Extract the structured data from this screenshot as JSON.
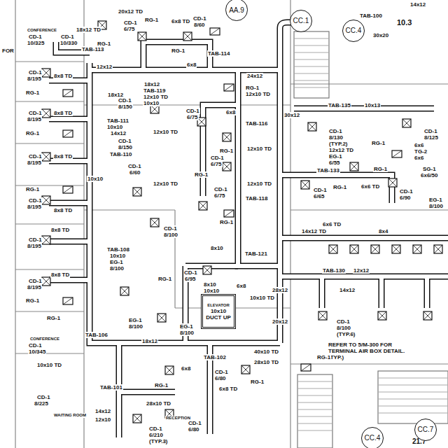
{
  "diagram": {
    "nodes": [
      {
        "text": [
          "AA.9"
        ]
      },
      {
        "text": [
          "CC.1"
        ]
      },
      {
        "text": [
          "CC.4"
        ]
      },
      {
        "text": [
          "ELEVATOR",
          "10x10 DUCT UP"
        ]
      },
      {
        "text": [
          "CC.7"
        ]
      },
      {
        "text": [
          "CC.4"
        ]
      }
    ],
    "labels": [
      "FOR",
      "CONFERENCE",
      "CD-1",
      "10/325",
      "CD-1",
      "10/330",
      "18x12 TD",
      "20x12 TD",
      "CD-1",
      "6/75",
      "RG-1",
      "RG-1",
      "TAB-113",
      "6x8 TD",
      "CD-1",
      "8/60",
      "RG-1",
      "TAB-114",
      "12x12",
      "6x8",
      "24x12",
      "CD-1",
      "8/195",
      "8x8 TD",
      "RG-1",
      "18x12",
      "TAB-119",
      "12x10 TD",
      "10x10",
      "18x12",
      "CD-1",
      "8/150",
      "RG-1",
      "12x10 TD",
      "30x12",
      "CD-1",
      "8/195",
      "8x8 TD",
      "CD-1",
      "6/75",
      "6x8",
      "TAB-111",
      "10x10",
      "TAB-116",
      "RG-1",
      "14x12",
      "12x10 TD",
      "CD-1",
      "8/150",
      "RG-1",
      "12x10 TD",
      "TAB-110",
      "CD-1",
      "8/195",
      "8x8 TD",
      "CD-1",
      "6/75",
      "CD-1",
      "6/60",
      "RG-1",
      "10x10",
      "12x10 TD",
      "12x10 TD",
      "RG-1",
      "CD-1",
      "6/75",
      "CD-1",
      "8/195",
      "8x8 TD",
      "TAB-118",
      "RG-1",
      "CD-1",
      "8/100",
      "8x8 TD",
      "CD-1",
      "8/195",
      "TAB-108",
      "10x10",
      "EG-1",
      "8/100",
      "8x10",
      "TAB-121",
      "CD-1",
      "6/95",
      "RG-1",
      "8x8 TD",
      "CD-1",
      "8/195",
      "8x10",
      "10x10",
      "6x8",
      "10x10 TD",
      "28x12",
      "RG-1",
      "RG-1",
      "EG-1",
      "8/100",
      "EG-1",
      "8/100",
      "20x12",
      "TAB-106",
      "18x12",
      "CONFERENCE",
      "CD-1",
      "10/345",
      "10x10 TD",
      "40x10 TD",
      "TAB-102",
      "28x10 TD",
      "6x8",
      "CD-1",
      "6/80",
      "RG-1",
      "RG-1",
      "TAB-101",
      "6x8 TD",
      "CD-1",
      "8/225",
      "28x10 TD",
      "14x12",
      "WAITING ROOM",
      "12x10",
      "RECEPTION",
      "CD-1",
      "6/80",
      "CD-1",
      "6/210",
      "(TYP.3)",
      "14x12",
      "TAB-100",
      "30x20",
      "10.3",
      "TAB-135",
      "10x13",
      "CD-1",
      "8/130",
      "(TYP.2)",
      "12x12 TD",
      "EG-1",
      "6/55",
      "CD-1",
      "8/125",
      "6x6",
      "RG-1",
      "TG-2",
      "6x6",
      "RG-1",
      "TAB-133",
      "SG-1",
      "6x6/50",
      "RG-1",
      "6x6 TD",
      "CD-1",
      "6/65",
      "CD-1",
      "6/90",
      "EG-1",
      "8/100",
      "6x6 TD",
      "14x12 TD",
      "8x4",
      "TAB-130",
      "12x12",
      "14x12",
      "CD-1",
      "8/100",
      "(TYP.6)",
      "REFER TO 5/M-300 FOR TERMINAL AIR BOX DETAIL. (TYP.)",
      "RG-1",
      "21.7"
    ]
  }
}
